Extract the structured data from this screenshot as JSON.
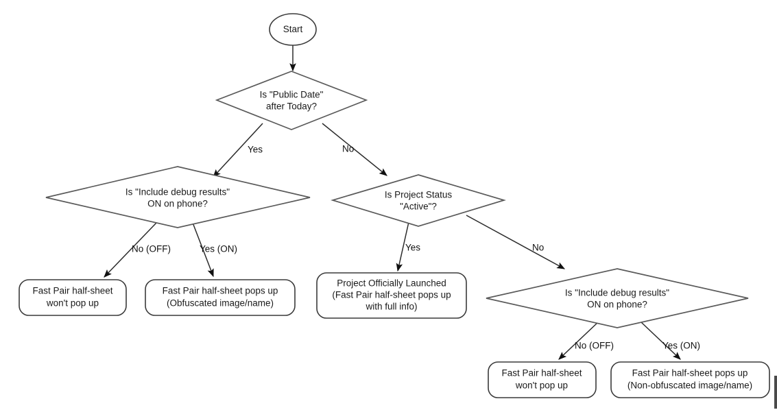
{
  "diagram": {
    "type": "flowchart",
    "title": "Fast Pair half-sheet visibility decision flow",
    "colors": {
      "background": "#ffffff",
      "node_stroke": "#3a3a3a",
      "node_fill": "#ffffff",
      "edge_stroke": "#2b2b2b",
      "text": "#1a1a1a"
    },
    "nodes": {
      "start": {
        "shape": "ellipse",
        "label": "Start"
      },
      "decision_public_date": {
        "shape": "diamond",
        "line1": "Is \"Public Date\"",
        "line2": "after Today?"
      },
      "decision_debug_left": {
        "shape": "diamond",
        "line1": "Is \"Include debug results\"",
        "line2": "ON on phone?"
      },
      "decision_project_status": {
        "shape": "diamond",
        "line1": "Is Project Status",
        "line2": "\"Active\"?"
      },
      "decision_debug_right": {
        "shape": "diamond",
        "line1": "Is \"Include debug results\"",
        "line2": "ON on phone?"
      },
      "terminal_left_off": {
        "shape": "rounded-rect",
        "line1": "Fast Pair half-sheet",
        "line2": "won't pop up"
      },
      "terminal_left_on": {
        "shape": "rounded-rect",
        "line1": "Fast Pair half-sheet pops up",
        "line2": "(Obfuscated image/name)"
      },
      "terminal_launched": {
        "shape": "rounded-rect",
        "line1": "Project Officially Launched",
        "line2": "(Fast Pair half-sheet pops up",
        "line3": "with full info)"
      },
      "terminal_right_off": {
        "shape": "rounded-rect",
        "line1": "Fast Pair half-sheet",
        "line2": "won't pop up"
      },
      "terminal_right_on": {
        "shape": "rounded-rect",
        "line1": "Fast Pair half-sheet pops up",
        "line2": "(Non-obfuscated image/name)"
      }
    },
    "edge_labels": {
      "public_date_yes": "Yes",
      "public_date_no": "No",
      "debug_left_no": "No (OFF)",
      "debug_left_yes": "Yes (ON)",
      "project_status_yes": "Yes",
      "project_status_no": "No",
      "debug_right_no": "No (OFF)",
      "debug_right_yes": "Yes (ON)"
    }
  }
}
